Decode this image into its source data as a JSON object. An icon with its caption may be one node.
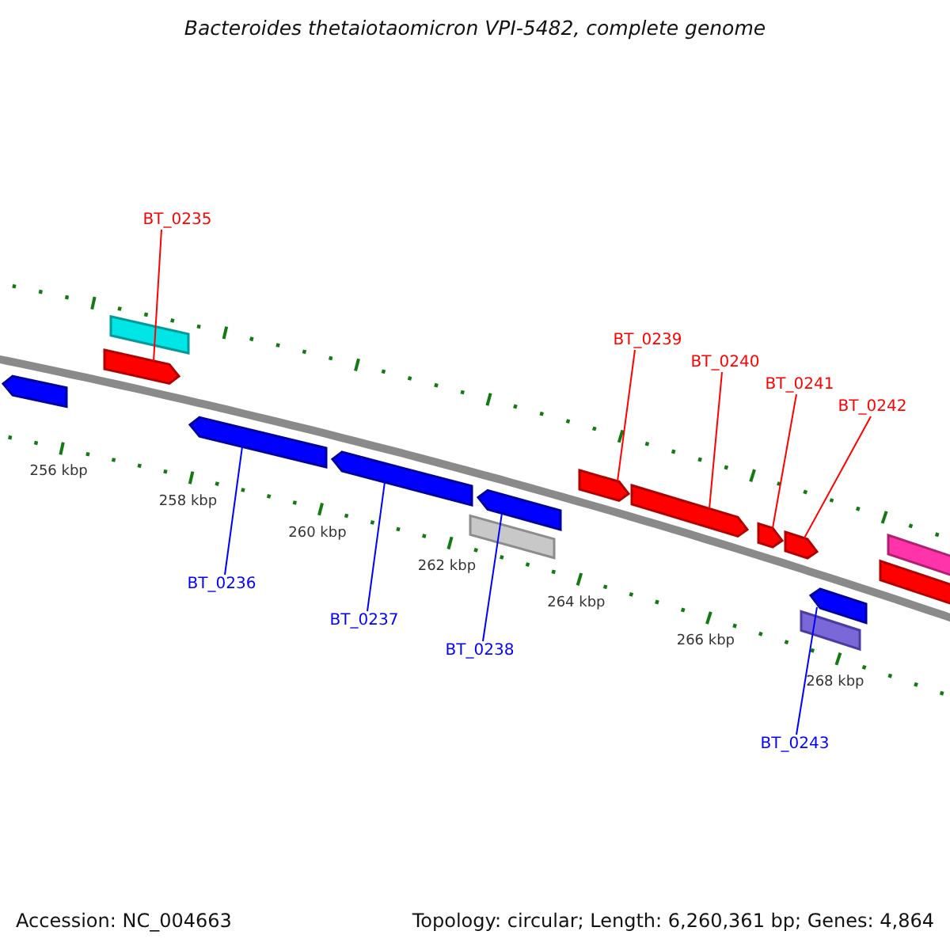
{
  "diagram": {
    "title": "Bacteroides thetaiotaomicron VPI-5482, complete genome",
    "nodes": [
      {
        "text": [
          "BT_0235"
        ]
      },
      {
        "text": [
          "BT_0236"
        ]
      },
      {
        "text": [
          "BT_0237"
        ]
      },
      {
        "text": [
          "BT_0238"
        ]
      },
      {
        "text": [
          "BT_0239"
        ]
      },
      {
        "text": [
          "BT_0240"
        ]
      },
      {
        "text": [
          "BT_0241"
        ]
      },
      {
        "text": [
          "BT_0242"
        ]
      },
      {
        "text": [
          "BT_0243"
        ]
      },
      {
        "text": [],
        "shape": "pentagon"
      },
      {
        "text": [],
        "shape": "pentagon"
      },
      {
        "text": [],
        "shape": "bar"
      },
      {
        "text": [],
        "shape": "pentagon"
      },
      {
        "text": [],
        "shape": "pentagon"
      },
      {
        "text": [],
        "shape": "bar"
      },
      {
        "text": [],
        "shape": "pentagon"
      },
      {
        "text": [],
        "shape": "pentagon"
      },
      {
        "text": [],
        "shape": "pentagon"
      },
      {
        "text": [],
        "shape": "pentagon"
      },
      {
        "text": [],
        "shape": "pentagon"
      },
      {
        "text": [],
        "shape": "bar"
      },
      {
        "text": [],
        "shape": "pentagon"
      },
      {
        "text": [],
        "shape": "pentagon"
      },
      {
        "text": [],
        "shape": "bar"
      }
    ],
    "edges": [
      {
        "from": 0,
        "to": 10,
        "arrow": "none",
        "color": "#ff0000"
      },
      {
        "from": 1,
        "to": 12,
        "arrow": "none",
        "color": "#0000ff"
      },
      {
        "from": 2,
        "to": 13,
        "arrow": "none",
        "color": "#0000ff"
      },
      {
        "from": 3,
        "to": 15,
        "arrow": "none",
        "color": "#0000ff"
      },
      {
        "from": 4,
        "to": 16,
        "arrow": "none",
        "color": "#ff0000"
      },
      {
        "from": 5,
        "to": 17,
        "arrow": "none",
        "color": "#ff0000"
      },
      {
        "from": 6,
        "to": 18,
        "arrow": "none",
        "color": "#ff0000"
      },
      {
        "from": 7,
        "to": 19,
        "arrow": "none",
        "color": "#ff0000"
      },
      {
        "from": 8,
        "to": 21,
        "arrow": "none",
        "color": "#0000ff"
      }
    ],
    "labels": [
      "256 kbp",
      "258 kbp",
      "260 kbp",
      "262 kbp",
      "264 kbp",
      "266 kbp",
      "268 kbp",
      "Accession: NC_004663",
      "Topology: circular; Length: 6,260,361 bp; Genes: 4,864"
    ]
  }
}
